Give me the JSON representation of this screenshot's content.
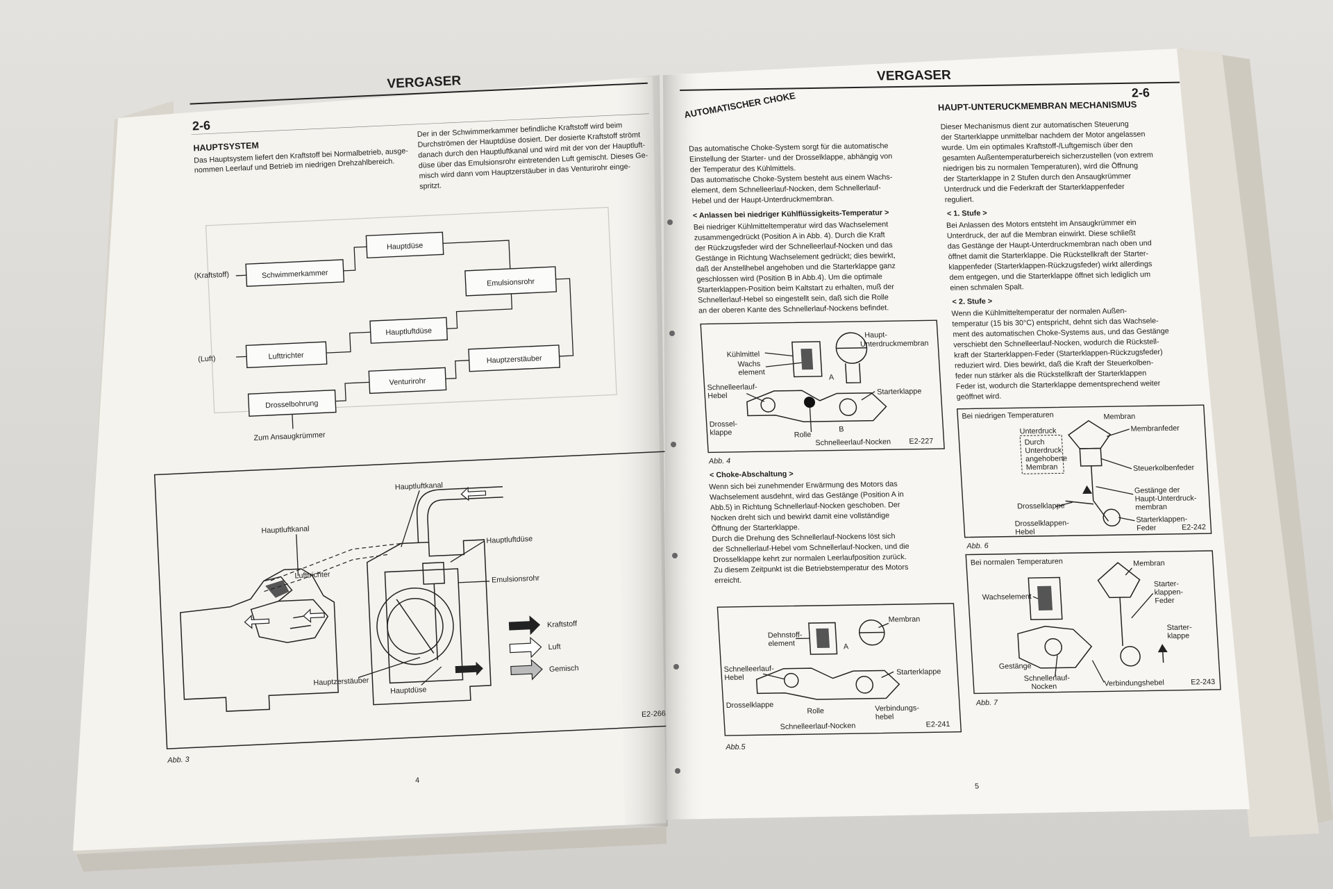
{
  "left_page": {
    "running_head": "VERGASER",
    "section_number": "2-6",
    "heading": "HAUPTSYSTEM",
    "intro": [
      "Das Hauptsystem liefert den Kraftstoff bei Normalbetrieb, ausge-",
      "nommen Leerlauf und Betrieb im niedrigen Drehzahlbereich."
    ],
    "col2": [
      "Der in der Schwimmerkammer befindliche Kraftstoff wird beim",
      "Durchströmen der Hauptdüse dosiert. Der dosierte Kraftstoff strömt",
      "danach durch den Hauptluftkanal und wird mit der von der Hauptluft-",
      "düse über das Emulsionsrohr eintretenden Luft gemischt. Dieses Ge-",
      "misch wird dann vom Hauptzerstäuber in das Venturirohr einge-",
      "spritzt."
    ],
    "flow": {
      "kraftstoff": "(Kraftstoff)",
      "luft": "(Luft)",
      "schwimmerkammer": "Schwimmerkammer",
      "hauptduese": "Hauptdüse",
      "emulsionsrohr": "Emulsionsrohr",
      "hauptluftduese": "Hauptluftdüse",
      "lufttrichter": "Lufttrichter",
      "hauptzerstaeuber": "Hauptzerstäuber",
      "venturirohr": "Venturirohr",
      "drosselbohrung": "Drosselbohrung",
      "ansaug": "Zum Ansaugkrümmer"
    },
    "figure": {
      "hauptluftkanal_1": "Hauptluftkanal",
      "hauptluftkanal_2": "Hauptluftkanal",
      "lufttrichter": "Lufttrichter",
      "hauptluftduese": "Hauptluftdüse",
      "emulsionsrohr": "Emulsionsrohr",
      "hauptzerstaeuber": "Hauptzerstäuber",
      "hauptduese": "Hauptdüse",
      "legend_kraftstoff": "Kraftstoff",
      "legend_luft": "Luft",
      "legend_gemisch": "Gemisch",
      "code": "E2-266"
    },
    "caption": "Abb. 3",
    "page_number": "4"
  },
  "right_page": {
    "running_head": "VERGASER",
    "section_number": "2-6",
    "left_column": {
      "heading": "AUTOMATISCHER CHOKE",
      "intro": [
        "Das automatische Choke-System sorgt für die automatische",
        "Einstellung der Starter- und der Drosselklappe, abhängig von",
        "der Temperatur des Kühlmittels.",
        "Das automatische Choke-System besteht aus einem Wachs-",
        "element, dem Schnelleerlauf-Nocken, dem Schnellerlauf-",
        "Hebel und der Haupt-Unterdruckmembran."
      ],
      "sub1": "< Anlassen bei niedriger Kühlflüssigkeits-Temperatur >",
      "para1": [
        "Bei niedriger Kühlmitteltemperatur wird das Wachselement",
        "zusammengedrückt (Position A in Abb. 4).  Durch die Kraft",
        "der Rückzugsfeder wird der Schnelleerlauf-Nocken und das",
        "Gestänge in Richtung Wachselement gedrückt; dies bewirkt,",
        "daß der Anstellhebel angehoben und die Starterklappe ganz",
        "geschlossen wird (Position B in Abb.4).  Um die optimale",
        "Starterklappen-Position beim Kaltstart zu erhalten, muß der",
        "Schnellerlauf-Hebel so eingestellt sein, daß sich die Rolle",
        "an der oberen Kante des Schnellerlauf-Nockens befindet."
      ],
      "fig4": {
        "membran": "Haupt-",
        "membran2": "Unterdruckmembran",
        "kuehlmittel": "Kühlmittel",
        "wachs": "Wachs",
        "element": "element",
        "a": "A",
        "b": "B",
        "hebel1": "Schnelleerlauf-",
        "hebel2": "Hebel",
        "starterklappe": "Starterklappe",
        "drossel1": "Drossel-",
        "drossel2": "klappe",
        "rolle": "Rolle",
        "nocken": "Schnelleerlauf-Nocken",
        "code": "E2-227"
      },
      "caption4": "Abb. 4",
      "sub2": "< Choke-Abschaltung >",
      "para2": [
        "Wenn sich bei zunehmender Erwärmung des Motors das",
        "Wachselement ausdehnt, wird das Gestänge (Position A in",
        "Abb.5) in Richtung Schnellerlauf-Nocken geschoben.  Der",
        "Nocken dreht sich und bewirkt damit eine vollständige",
        "Öffnung der Starterklappe.",
        "Durch die Drehung des Schnellerlauf-Nockens löst sich",
        "der Schnellerlauf-Hebel vom Schnellerlauf-Nocken, und die",
        "Drosselklappe kehrt zur normalen Leerlaufposition zurück.",
        "Zu diesem Zeitpunkt ist die Betriebstemperatur des Motors",
        "erreicht."
      ],
      "fig5": {
        "membran": "Membran",
        "dehn1": "Dehnstoff-",
        "dehn2": "element",
        "a": "A",
        "hebel1": "Schnelleerlauf-",
        "hebel2": "Hebel",
        "starterklappe": "Starterklappe",
        "drosselklappe": "Drosselklappe",
        "rolle": "Rolle",
        "verb1": "Verbindungs-",
        "verb2": "hebel",
        "nocken": "Schnelleerlauf-Nocken",
        "code": "E2-241"
      },
      "caption5": "Abb.5"
    },
    "right_column": {
      "heading": "HAUPT-UNTERUCKMEMBRAN MECHANISMUS",
      "intro": [
        "Dieser Mechanismus dient zur automatischen Steuerung",
        "der Starterklappe unmittelbar nachdem der Motor angelassen",
        "wurde.  Um ein optimales Kraftstoff-/Luftgemisch über den",
        "gesamten Außentemperaturbereich sicherzustellen (von extrem",
        "niedrigen bis zu normalen Temperaturen), wird die Öffnung",
        "der Starterklappe in 2 Stufen durch den Ansaugkrümmer",
        "Unterdruck und die Federkraft der Starterklappenfeder",
        "reguliert."
      ],
      "stufe1": "< 1. Stufe >",
      "stufe1_text": [
        "Bei Anlassen des Motors entsteht im Ansaugkrümmer ein",
        "Unterdruck, der auf die Membran einwirkt.  Diese schließt",
        "das Gestänge der Haupt-Unterdruckmembran nach oben und",
        "öffnet damit die Starterklappe.  Die Rückstellkraft der Starter-",
        "klappenfeder (Starterklappen-Rückzugsfeder) wirkt allerdings",
        "dem entgegen, und die Starterklappe öffnet sich lediglich um",
        "einen schmalen Spalt."
      ],
      "stufe2": "< 2. Stufe >",
      "stufe2_text": [
        "Wenn die Kühlmitteltemperatur der normalen Außen-",
        "temperatur (15 bis 30°C) entspricht, dehnt sich das Wachsele-",
        "ment des automatischen Choke-Systems aus, und das Gestänge",
        "verschiebt den Schnelleerlauf-Nocken, wodurch die Rückstell-",
        "kraft der Starterklappen-Feder (Starterklappen-Rückzugsfeder)",
        "reduziert wird.  Dies bewirkt, daß die Kraft der Steuerkolben-",
        "feder nun stärker als die Rückstellkraft der Starterklappen",
        "Feder ist, wodurch die Starterklappe dementsprechend weiter",
        "geöffnet wird."
      ],
      "fig6": {
        "title": "Bei niedrigen Temperaturen",
        "unterdruck": "Unterdruck",
        "membran": "Membran",
        "membranfeder": "Membranfeder",
        "durch1": "Durch",
        "durch2": "Unterdruck",
        "durch3": "angehobene",
        "durch4": "Membran",
        "steuer": "Steuerkolbenfeder",
        "gest1": "Gestänge der",
        "gest2": "Haupt-Unterdruck-",
        "gest3": "membran",
        "drosselklappe": "Drosselklappe",
        "dh1": "Drosselklappen-",
        "dh2": "Hebel",
        "sf1": "Starterklappen-",
        "sf2": "Feder",
        "code": "E2-242"
      },
      "caption6": "Abb. 6",
      "fig7": {
        "title": "Bei normalen Temperaturen",
        "membran": "Membran",
        "wachs": "Wachselement",
        "sk1": "Starter-",
        "sk2": "klappen-",
        "sk3": "Feder",
        "st1": "Starter-",
        "st2": "klappe",
        "gestaenge": "Gestänge",
        "sn1": "Schnellerlauf-",
        "sn2": "Nocken",
        "verb": "Verbindungshebel",
        "code": "E2-243"
      },
      "caption7": "Abb. 7"
    },
    "page_number": "5"
  }
}
